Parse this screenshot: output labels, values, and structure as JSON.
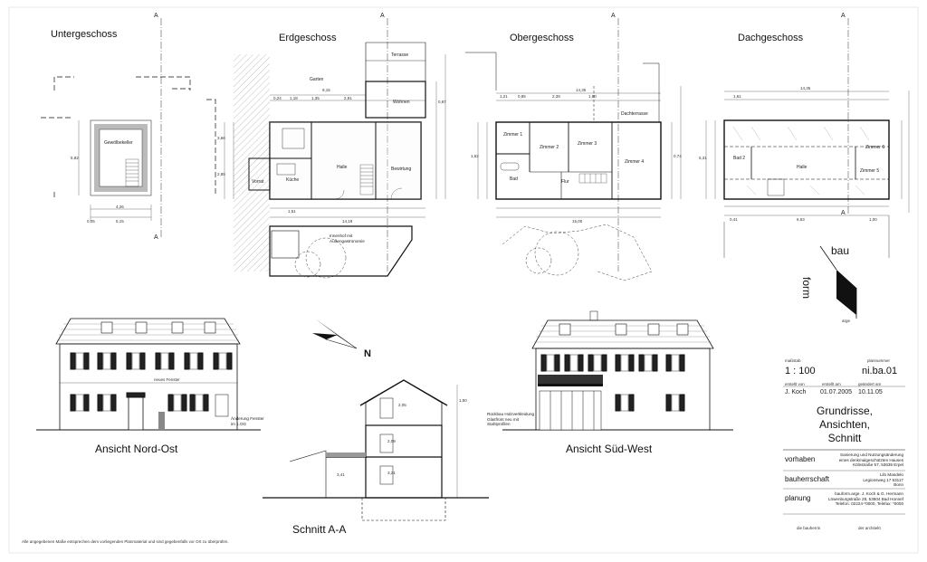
{
  "plans": {
    "untergeschoss": {
      "heading": "Untergeschoss",
      "room": "Gewölbekeller",
      "dims": [
        "4,26",
        "5,15",
        "0,05",
        "5,82"
      ]
    },
    "erdgeschoss": {
      "heading": "Erdgeschoss",
      "garden": "Garten",
      "terrace": "Terrasse",
      "rooms": [
        "Wohnen",
        "Halle",
        "Küche",
        "Bewirtung",
        "Vorrat",
        "Innenhof mit Außengastronomie"
      ],
      "dims": [
        "9,15",
        "0,24",
        "1,18",
        "1,35",
        "2,91",
        "1,51",
        "14,18",
        "3,66",
        "2,85",
        "0,87"
      ]
    },
    "obergeschoss": {
      "heading": "Obergeschoss",
      "rooms": [
        "Zimmer 1",
        "Zimmer 2",
        "Zimmer 3",
        "Zimmer 4",
        "Bad",
        "Flur",
        "Dachterrasse"
      ],
      "dims": [
        "14,35",
        "1,21",
        "0,85",
        "2,39",
        "1,80",
        "15,00",
        "1,62",
        "0,74"
      ]
    },
    "dachgeschoss": {
      "heading": "Dachgeschoss",
      "rooms": [
        "Bad 2",
        "Zimmer 6",
        "Zimmer 5",
        "Halle"
      ],
      "dims": [
        "14,35",
        "1,61",
        "0,41",
        "6,53",
        "5,31",
        "1,00"
      ]
    }
  },
  "section_marker": "A",
  "north_label": "N",
  "views": {
    "nordost": {
      "caption": "Ansicht Nord-Ost",
      "note_window": "neues Fenster",
      "note_window_change": "Änderung Fenster im 1.OG"
    },
    "suedwest": {
      "caption": "Ansicht Süd-West",
      "note": "Rückbau Holzverkleidung Glasfront neu mit Stahlprofilen"
    },
    "schnitt": {
      "caption": "Schnitt A-A",
      "levels": [
        "2,09",
        "3,41",
        "3,21",
        "2,05",
        "1,50"
      ]
    }
  },
  "logo": {
    "top": "bau",
    "vertical": "form",
    "bottom": "arge"
  },
  "titleblock": {
    "scale_label": "maßstab",
    "scale": "1 : 100",
    "plan_no_label": "plannummer",
    "plan_no": "ni.ba.01",
    "drawn_by_label": "erstellt von",
    "drawn_by": "J. Koch",
    "created_label": "erstellt am",
    "created": "01.07.2005",
    "changed_label": "geändert am",
    "changed": "10.11.05",
    "title": "Grundrisse, Ansichten, Schnitt",
    "vorhaben_label": "vorhaben",
    "vorhaben": "Sanierung und Nutzungsänderung eines denkmalgeschützten Hauses Kölnstraße 57, 53639 Erpel",
    "bauherrschaft_label": "bauherrschaft",
    "bauherrschaft": "Lilo Mandelo Legionsweg 17 53117 Bonn",
    "planung_label": "planung",
    "planung": "bauform.arge. J. Koch & G. Hermann Löwenburgstraße 28, 53604 Bad Honnef Telefon: 02224-*0000, Telefax: *0000",
    "sign_client": "die bauherrin",
    "sign_architect": "der architekt"
  },
  "footer_note": "Alle angegebenen Maße entsprechen dem vorliegenden Planmaterial und sind gegebenfalls vor Ort zu überprüfen."
}
